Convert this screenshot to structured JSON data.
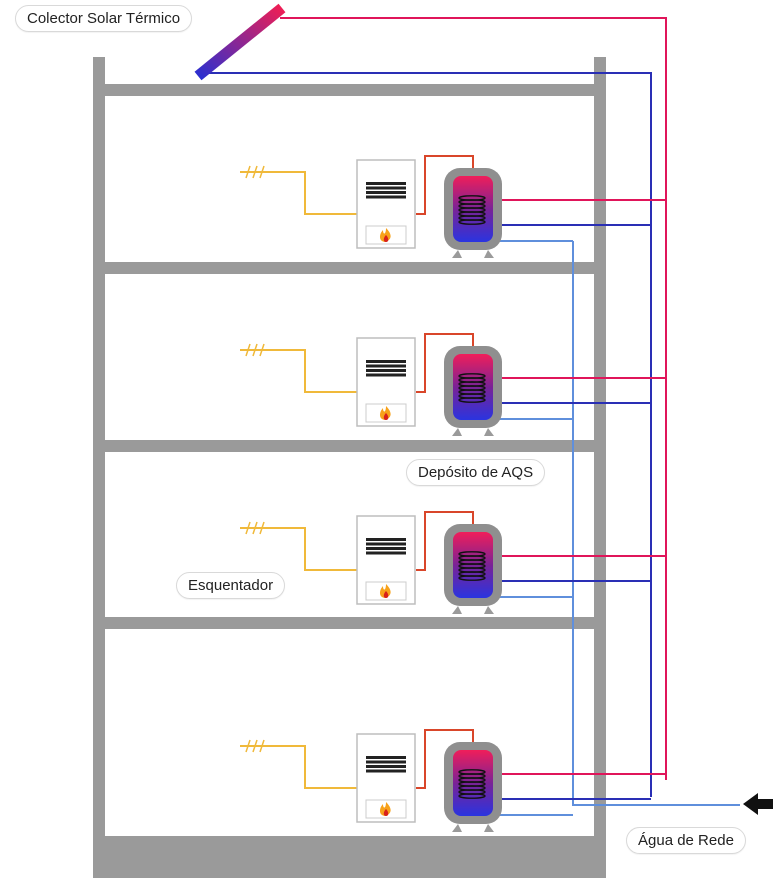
{
  "labels": {
    "solar_collector": "Colector Solar Térmico",
    "storage_tank": "Depósito de AQS",
    "water_heater": "Esquentador",
    "mains_water": "Água de Rede"
  },
  "floors": [
    {
      "floor": 4
    },
    {
      "floor": 3
    },
    {
      "floor": 2
    },
    {
      "floor": 1
    }
  ],
  "colors": {
    "structure": "#9a9a9a",
    "hot_pipe": "#e0155a",
    "cold_pipe": "#2a2fb5",
    "mains_pipe": "#5f8fdc",
    "gas_pipe": "#f0b93a",
    "flue_pipe": "#d9462a",
    "flame": "#f7a21b",
    "arrow": "#111111"
  },
  "icons": {
    "collector": "solar-panel-icon",
    "heater": "gas-water-heater-icon",
    "tank": "hot-water-tank-icon",
    "arrow": "arrow-left-icon",
    "gas": "gas-supply-icon"
  }
}
